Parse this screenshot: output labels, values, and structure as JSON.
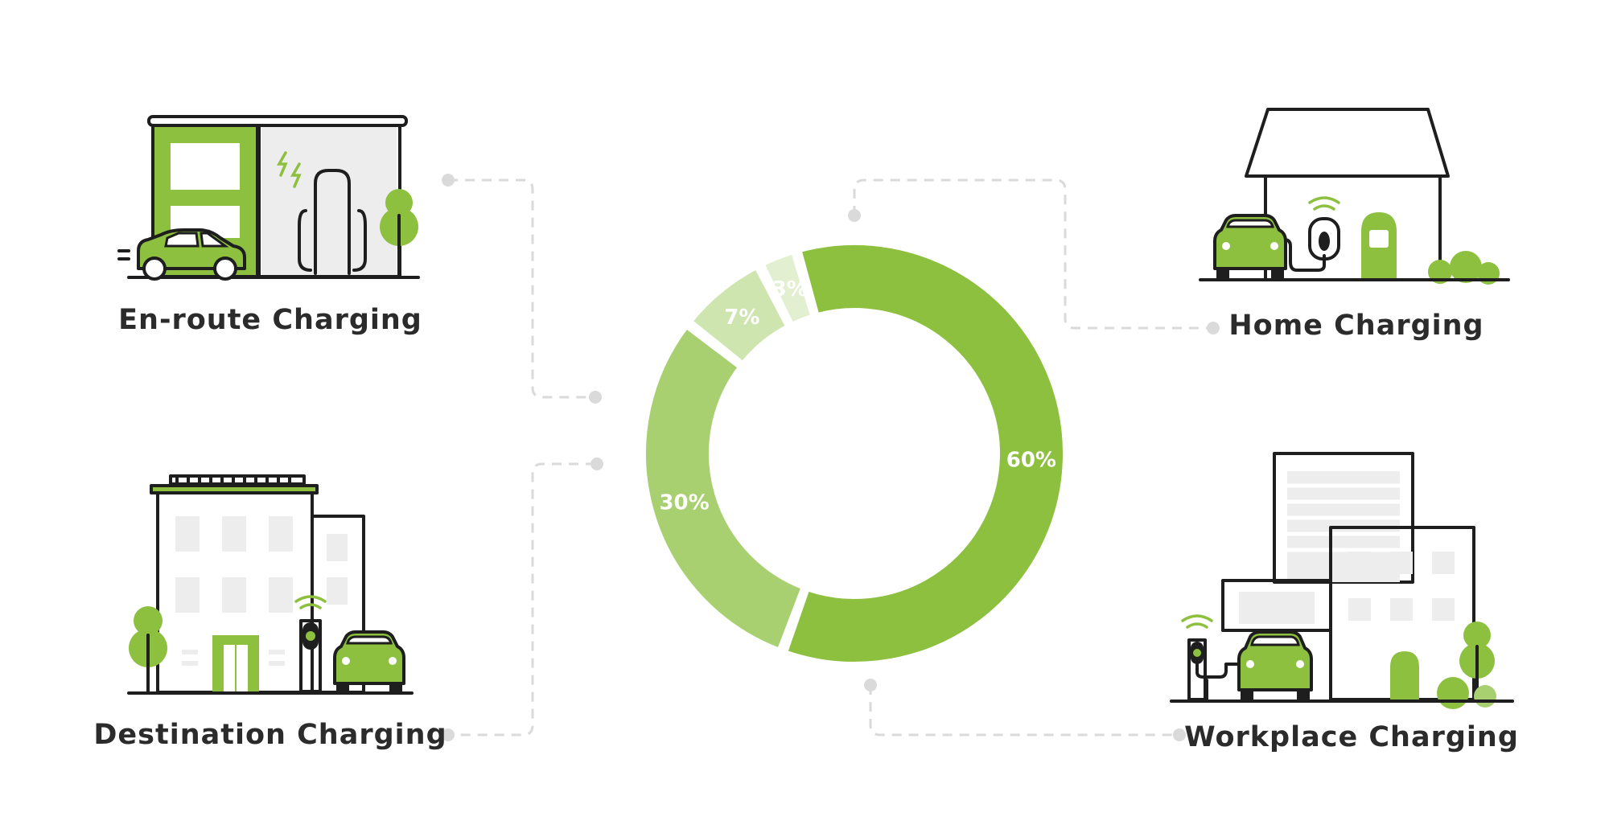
{
  "chart_data": {
    "type": "pie",
    "variant": "donut",
    "slices": [
      {
        "name": "Home Charging",
        "value": 60,
        "label": "60%",
        "color": "#8dc03f"
      },
      {
        "name": "Workplace Charging",
        "value": 30,
        "label": "30%",
        "color": "#a9d070"
      },
      {
        "name": "Destination Charging",
        "value": 7,
        "label": "7%",
        "color": "#cfe5b0"
      },
      {
        "name": "En-route Charging",
        "value": 3,
        "label": "3%",
        "color": "#e2efd0"
      }
    ],
    "legend": "callouts with illustrations in four corners"
  },
  "categories": {
    "enroute": "En-route Charging",
    "home": "Home Charging",
    "destination": "Destination Charging",
    "workplace": "Workplace Charging"
  },
  "colors": {
    "accent": "#8dc03f",
    "connector": "#dadada",
    "ink": "#1e1e1e"
  },
  "icons": {
    "enroute": "charging-station-car-icon",
    "home": "house-wallbox-car-icon",
    "destination": "hotel-charger-car-icon",
    "workplace": "office-charger-car-icon"
  }
}
